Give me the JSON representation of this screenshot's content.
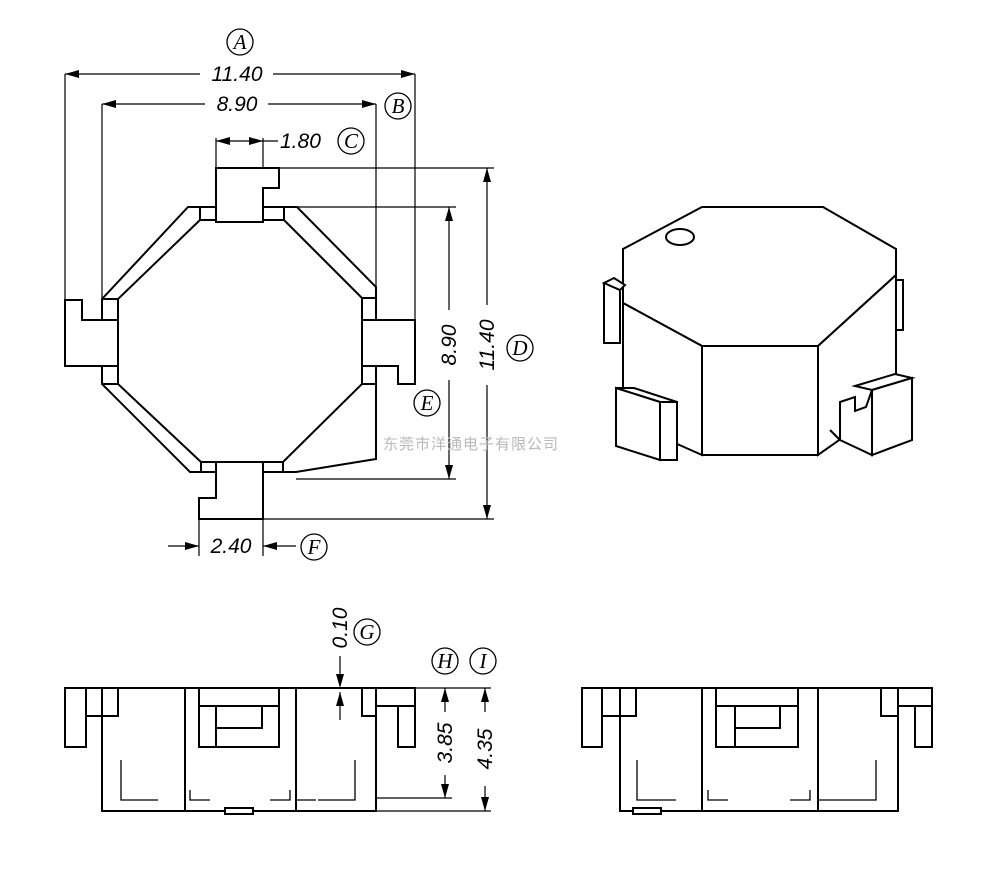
{
  "dimensions": {
    "A": {
      "letter": "A",
      "value": "11.40"
    },
    "B": {
      "letter": "B",
      "value": "8.90"
    },
    "C": {
      "letter": "C",
      "value": "1.80"
    },
    "D": {
      "letter": "D",
      "value": "11.40"
    },
    "E": {
      "letter": "E",
      "value": "8.90"
    },
    "F": {
      "letter": "F",
      "value": "2.40"
    },
    "G": {
      "letter": "G",
      "value": "0.10"
    },
    "H": {
      "letter": "H",
      "value": "3.85"
    },
    "I": {
      "letter": "I",
      "value": "4.35"
    }
  },
  "watermark": "东莞市洋通电子有限公司"
}
